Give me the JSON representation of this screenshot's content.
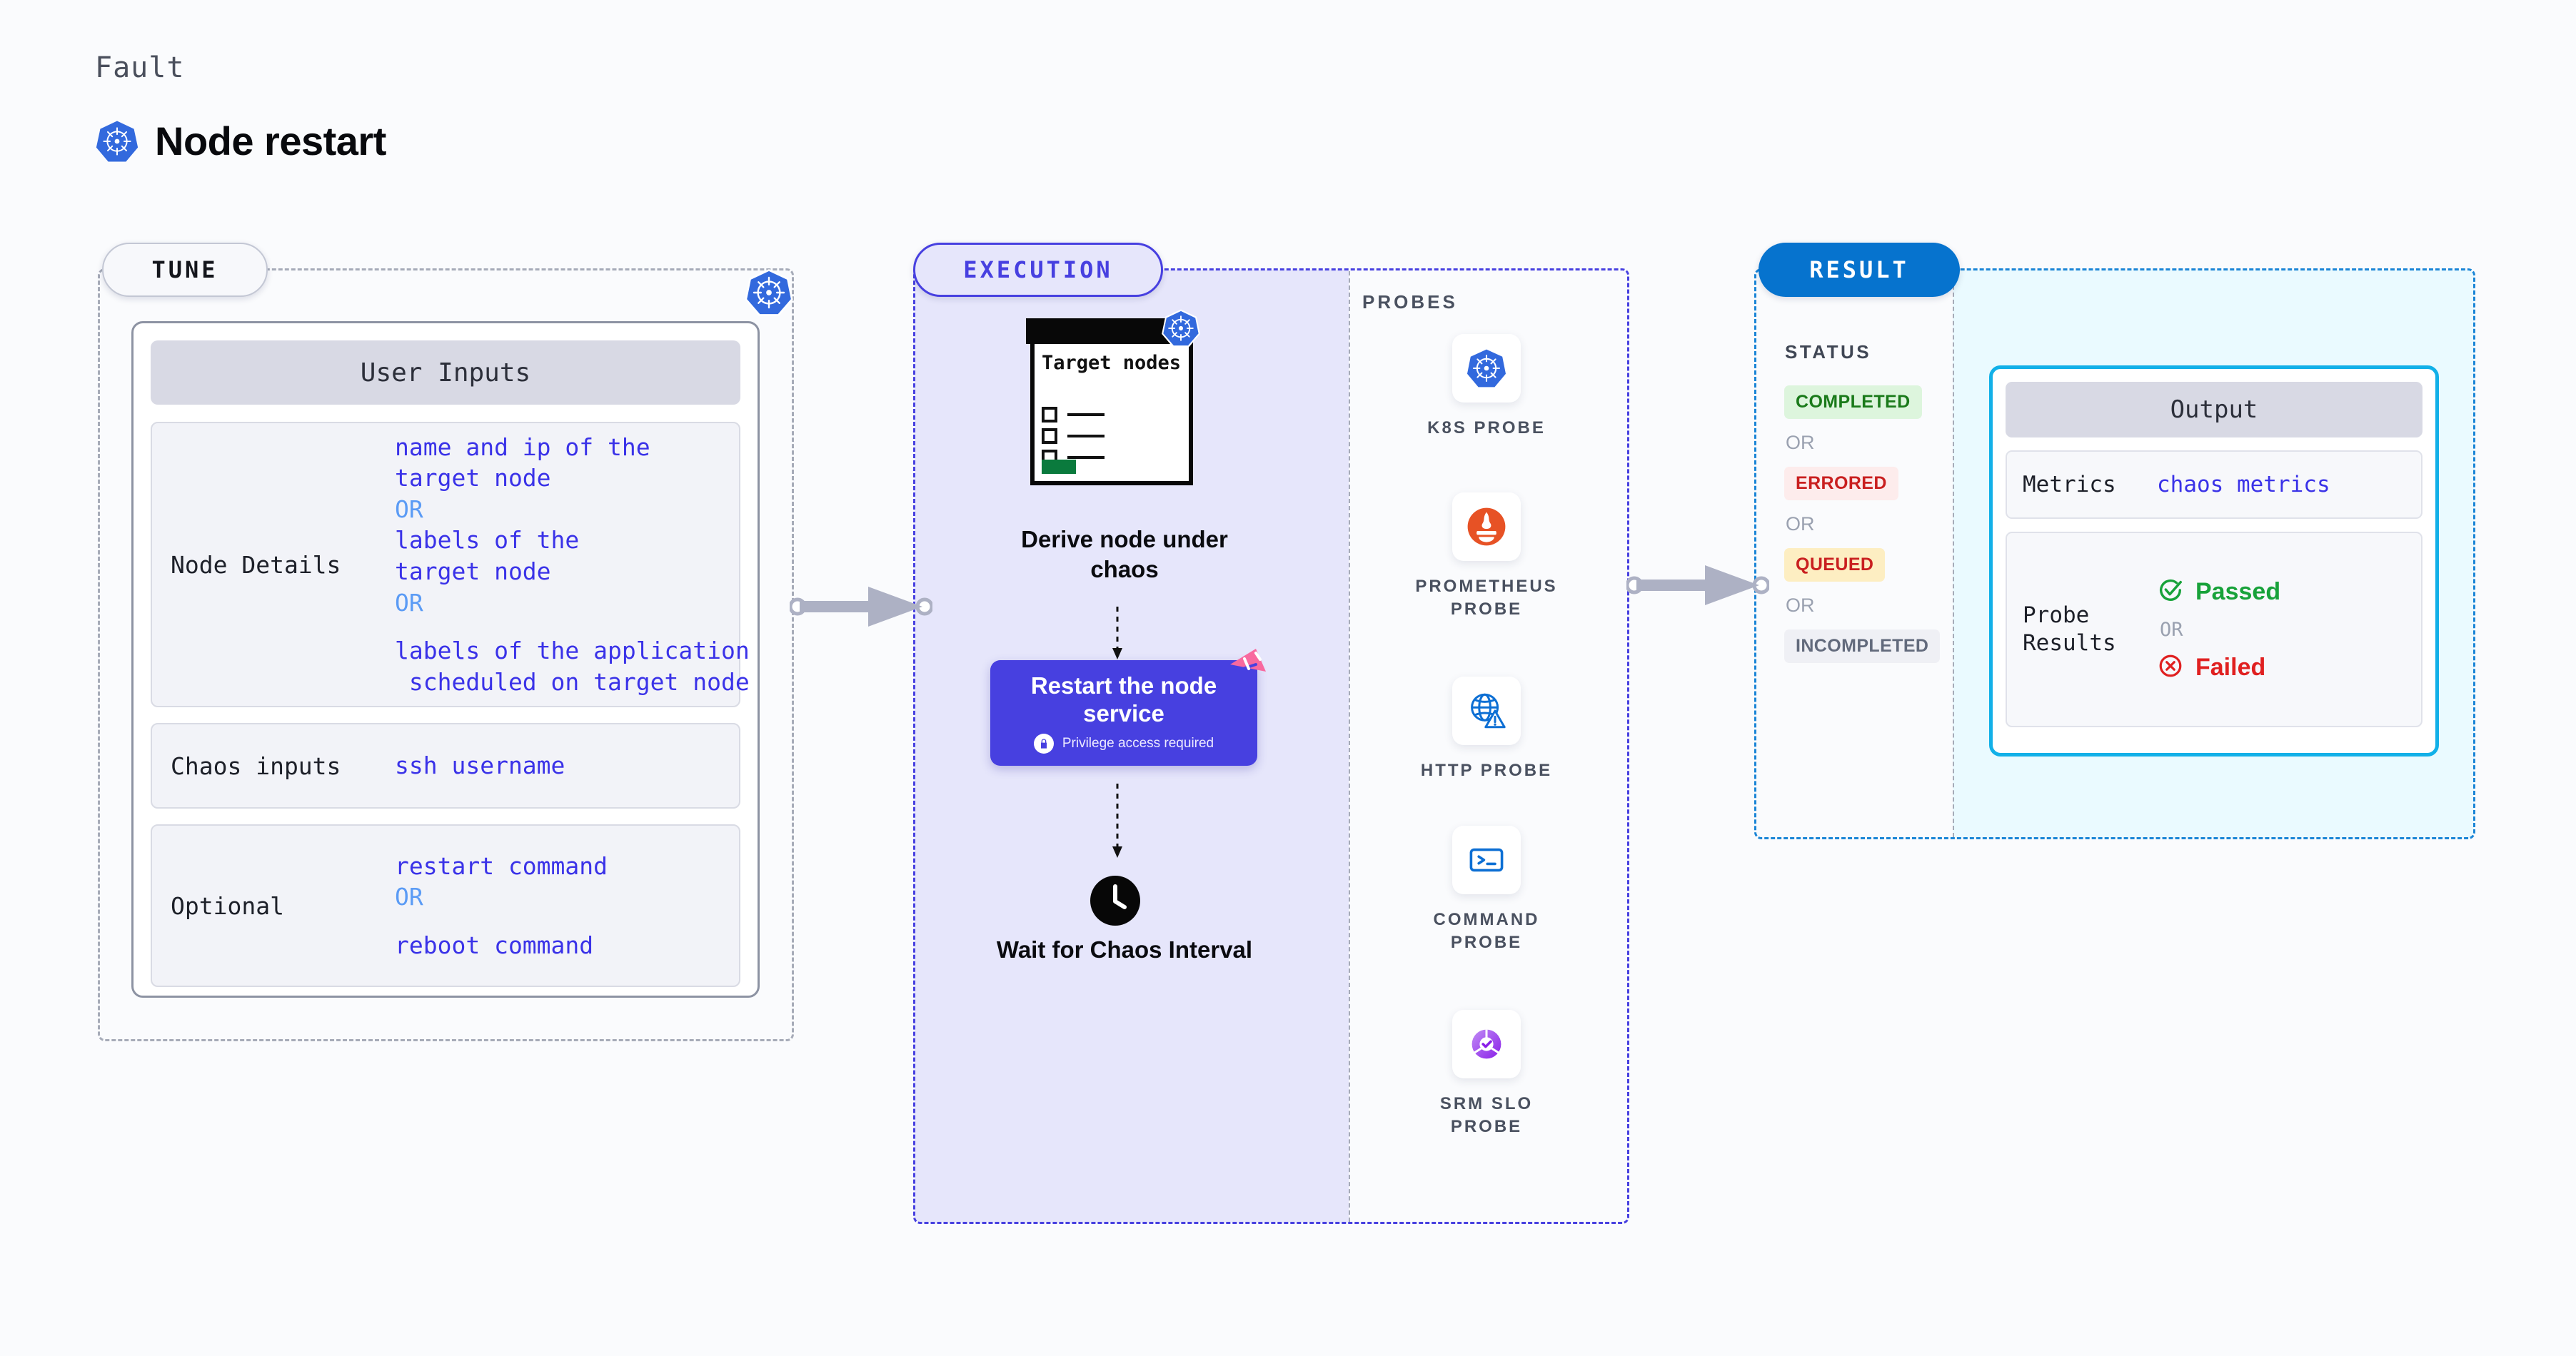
{
  "header": {
    "eyebrow": "Fault",
    "title": "Node restart",
    "icon": "kubernetes-icon"
  },
  "stages": {
    "tune": {
      "pill_label": "TUNE",
      "badge_icon": "kubernetes-icon"
    },
    "execution": {
      "pill_label": "EXECUTION"
    },
    "result": {
      "pill_label": "RESULT"
    }
  },
  "tune": {
    "card_title": "User Inputs",
    "rows": [
      {
        "label": "Node Details",
        "values": [
          {
            "type": "value",
            "text": "name and ip of the\ntarget node"
          },
          {
            "type": "or",
            "text": "OR"
          },
          {
            "type": "value",
            "text": "labels of the\ntarget node"
          },
          {
            "type": "or",
            "text": "OR"
          },
          {
            "type": "spacer",
            "text": ""
          },
          {
            "type": "value",
            "text": "labels of the application\n scheduled on target node"
          }
        ]
      },
      {
        "label": "Chaos inputs",
        "values": [
          {
            "type": "value",
            "text": "ssh username"
          }
        ]
      },
      {
        "label": "Optional",
        "values": [
          {
            "type": "value",
            "text": "restart command"
          },
          {
            "type": "or",
            "text": "OR"
          },
          {
            "type": "spacer",
            "text": ""
          },
          {
            "type": "value",
            "text": "reboot command"
          }
        ]
      }
    ]
  },
  "execution": {
    "steps": [
      {
        "icon": "target-nodes-document-icon",
        "doc_title": "Target\nnodes",
        "badge_icon": "kubernetes-icon",
        "caption": "Derive node under\nchaos"
      },
      {
        "icon": "restart-node-service-box",
        "title": "Restart the node\nservice",
        "subtitle": "Privilege access required",
        "sub_icon": "lock-icon",
        "corner_icon": "ribbon-icon"
      },
      {
        "icon": "clock-icon",
        "caption": "Wait for Chaos\nInterval"
      }
    ]
  },
  "probes": {
    "section_label": "PROBES",
    "items": [
      {
        "name": "K8S PROBE",
        "icon": "kubernetes-icon"
      },
      {
        "name": "PROMETHEUS\nPROBE",
        "icon": "prometheus-icon"
      },
      {
        "name": "HTTP PROBE",
        "icon": "globe-warning-icon"
      },
      {
        "name": "COMMAND\nPROBE",
        "icon": "terminal-icon"
      },
      {
        "name": "SRM SLO\nPROBE",
        "icon": "srm-slo-donut-icon"
      }
    ]
  },
  "result": {
    "status_label": "STATUS",
    "or_label": "OR",
    "statuses": [
      {
        "label": "COMPLETED",
        "style": "b-completed"
      },
      {
        "label": "ERRORED",
        "style": "b-errored"
      },
      {
        "label": "QUEUED",
        "style": "b-queued"
      },
      {
        "label": "INCOMPLETED",
        "style": "b-incomplete"
      }
    ],
    "output": {
      "card_title": "Output",
      "metrics_label": "Metrics",
      "metrics_value": "chaos metrics",
      "probe_results_label": "Probe\nResults",
      "passed_label": "Passed",
      "passed_icon": "check-circle-icon",
      "or_label": "OR",
      "failed_label": "Failed",
      "failed_icon": "x-circle-icon"
    }
  },
  "flow": {
    "arrow_1": "arrow-tune-to-execution",
    "arrow_2": "arrow-execution-to-result"
  },
  "colors": {
    "k8s_blue": "#3269dd",
    "exec_purple": "#4740e0",
    "result_blue": "#0673ce",
    "output_cyan": "#12b0e8",
    "pass_green": "#18a23a",
    "fail_red": "#e02020",
    "link_blue": "#3a32e8",
    "or_blue": "#5b9bf5",
    "ribbon_pink": "#f8699f"
  }
}
